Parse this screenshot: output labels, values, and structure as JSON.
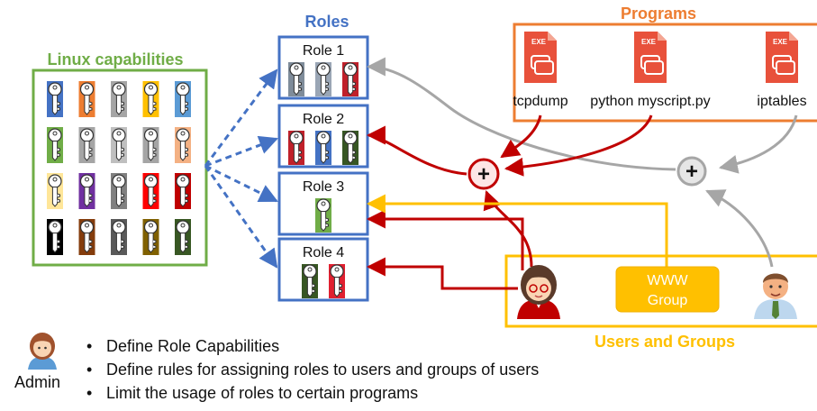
{
  "sections": {
    "linux_capabilities": "Linux capabilities",
    "roles": "Roles",
    "programs": "Programs",
    "users_and_groups": "Users and Groups"
  },
  "roles": [
    {
      "label": "Role 1",
      "keys": [
        "#7f8c9a",
        "#9aa6b5",
        "#c0202a"
      ]
    },
    {
      "label": "Role 2",
      "keys": [
        "#c0202a",
        "#4472c4",
        "#375623"
      ]
    },
    {
      "label": "Role 3",
      "keys": [
        "#70ad47"
      ]
    },
    {
      "label": "Role 4",
      "keys": [
        "#375623",
        "#e02030"
      ]
    }
  ],
  "capability_colors": [
    [
      "#4472c4",
      "#ed7d31",
      "#a5a5a5",
      "#ffc000",
      "#5b9bd5"
    ],
    [
      "#70ad47",
      "#a5a5a5",
      "#bfbfbf",
      "#a5a5a5",
      "#f4b183"
    ],
    [
      "#ffe699",
      "#7030a0",
      "#808080",
      "#ff0000",
      "#c00000"
    ],
    [
      "#000000",
      "#843c0c",
      "#595959",
      "#806000",
      "#385723"
    ]
  ],
  "programs": [
    {
      "badge": "EXE",
      "label": "tcpdump"
    },
    {
      "badge": "EXE",
      "label": "python myscript.py"
    },
    {
      "badge": "EXE",
      "label": "iptables"
    }
  ],
  "plus_symbol": "+",
  "group": {
    "line1": "WWW",
    "line2": "Group"
  },
  "admin": {
    "label": "Admin"
  },
  "bullets": [
    "Define Role Capabilities",
    "Define rules for assigning roles to users and groups of users",
    "Limit the usage of roles to certain programs"
  ],
  "colors": {
    "green": "#70ad47",
    "blue": "#4472c4",
    "orange": "#ed7d31",
    "yellow": "#ffc000",
    "red": "#c00000",
    "gray": "#a6a6a6",
    "program_red": "#e8513b"
  }
}
